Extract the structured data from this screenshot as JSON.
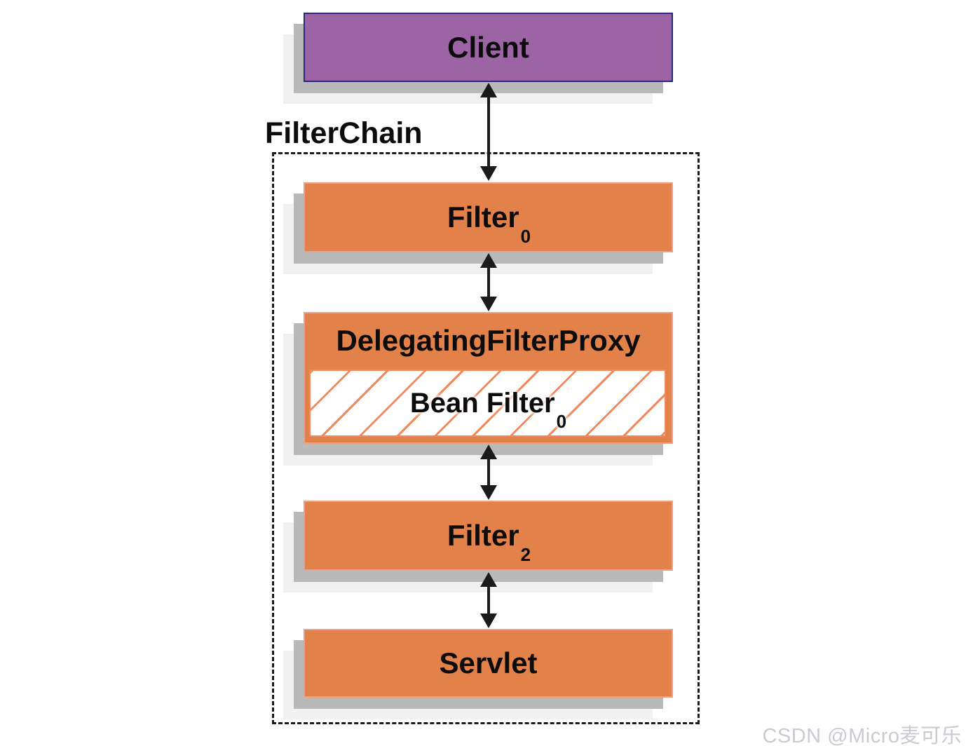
{
  "diagram": {
    "title": "FilterChain",
    "nodes": {
      "client": {
        "label": "Client"
      },
      "filter0": {
        "label": "Filter",
        "subscript": "0"
      },
      "delegating_filter_proxy": {
        "label": "DelegatingFilterProxy"
      },
      "bean_filter": {
        "label": "Bean Filter",
        "subscript": "0"
      },
      "filter2": {
        "label": "Filter",
        "subscript": "2"
      },
      "servlet": {
        "label": "Servlet"
      }
    },
    "connections": [
      {
        "from": "client",
        "to": "filter0",
        "style": "double-arrow"
      },
      {
        "from": "filter0",
        "to": "delegating_filter_proxy",
        "style": "double-arrow"
      },
      {
        "from": "delegating_filter_proxy",
        "to": "filter2",
        "style": "double-arrow"
      },
      {
        "from": "filter2",
        "to": "servlet",
        "style": "double-arrow"
      }
    ],
    "colors": {
      "client_fill": "#9c64a5",
      "client_border": "#28297e",
      "filter_fill": "#e2824a",
      "filter_border": "#eea082",
      "hatch_line": "#ee8a5c",
      "arrow": "#1a1a1a",
      "shadow": "#b9b9b9",
      "watermark": "#c9cbd1"
    }
  },
  "watermark": {
    "text": "CSDN @Micro麦可乐"
  }
}
